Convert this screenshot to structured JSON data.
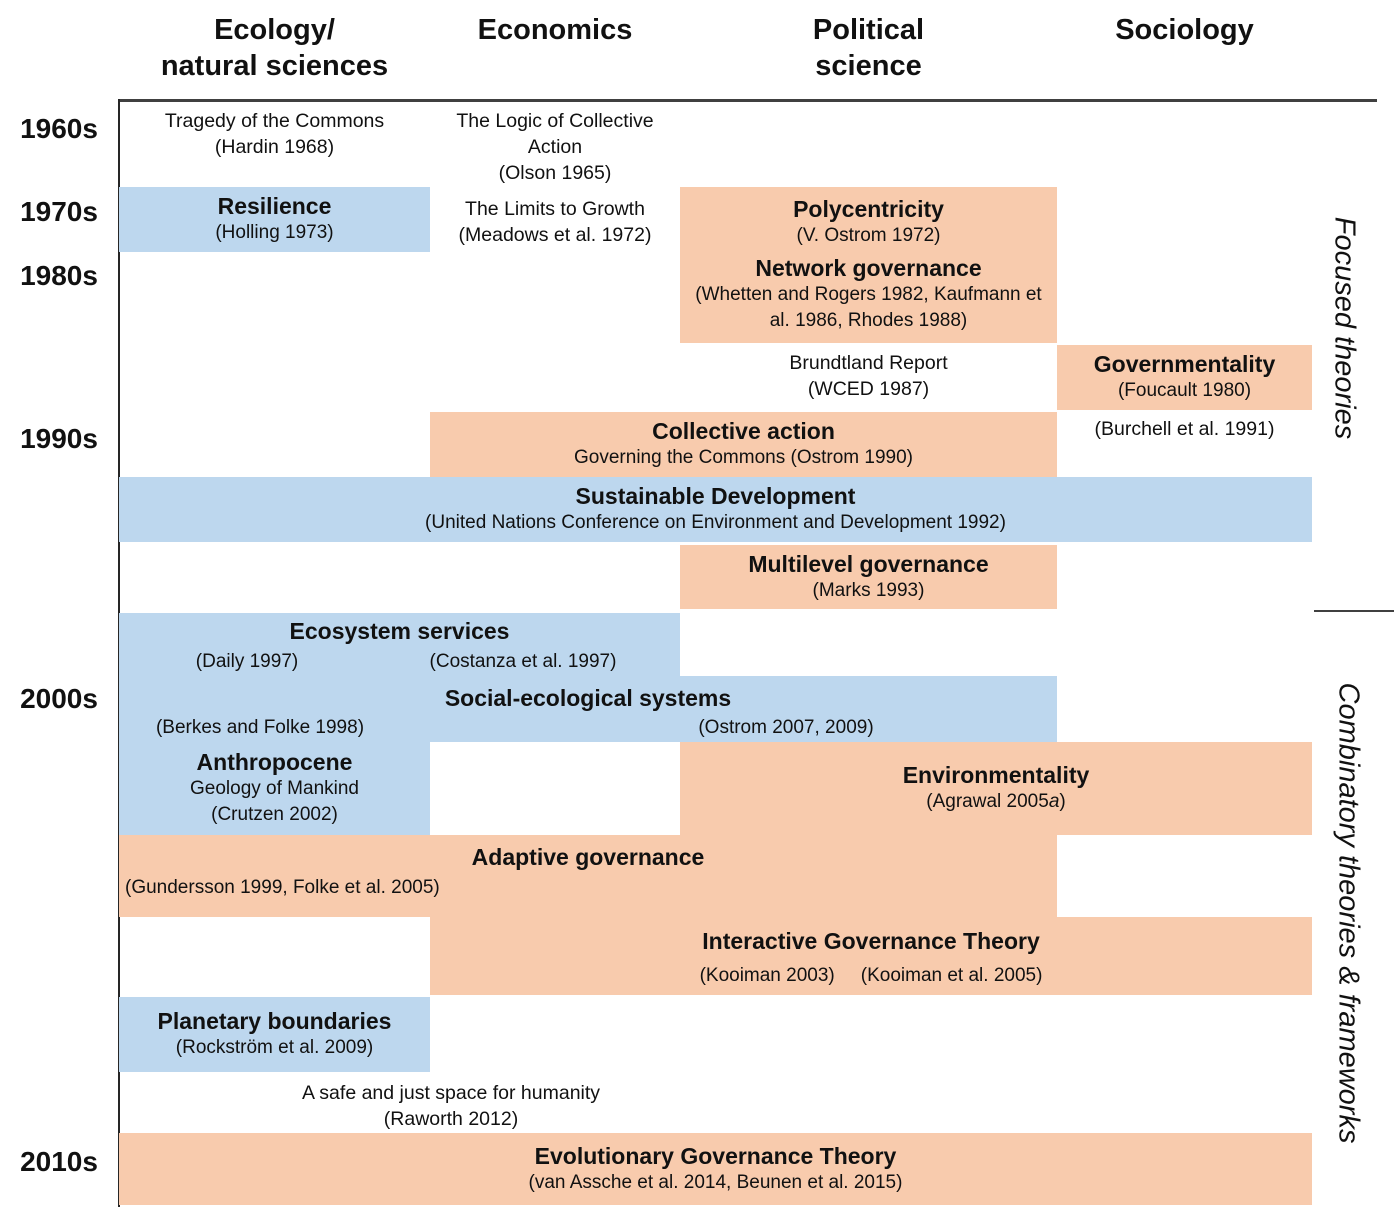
{
  "colors": {
    "blue": "#BDD7EE",
    "orange": "#F8CBAD",
    "border": "#404040",
    "text": "#111111"
  },
  "headers": [
    {
      "id": "ecology",
      "lines": [
        "Ecology/",
        "natural sciences"
      ]
    },
    {
      "id": "economics",
      "lines": [
        "Economics"
      ]
    },
    {
      "id": "political",
      "lines": [
        "Political",
        "science"
      ]
    },
    {
      "id": "sociology",
      "lines": [
        "Sociology"
      ]
    }
  ],
  "decades": [
    "1960s",
    "1970s",
    "1980s",
    "1990s",
    "2000s",
    "2010s"
  ],
  "side_labels": {
    "focused": "Focused theories",
    "combinatory": "Combinatory theories & frameworks"
  },
  "blocks": {
    "resilience": {
      "title": "Resilience",
      "citation": "(Holling 1973)",
      "color": "blue"
    },
    "polycentricity": {
      "title": "Polycentricity",
      "citation": "(V. Ostrom 1972)",
      "color": "orange"
    },
    "network_governance": {
      "title": "Network governance",
      "citation": "(Whetten and Rogers 1982, Kaufmann et al. 1986, Rhodes 1988)",
      "color": "orange"
    },
    "governmentality": {
      "title": "Governmentality",
      "citation": "(Foucault 1980)",
      "color": "orange"
    },
    "collective_action": {
      "title": "Collective action",
      "citation": "Governing the Commons (Ostrom 1990)",
      "color": "orange"
    },
    "sustainable_development": {
      "title": "Sustainable Development",
      "citation": "(United Nations Conference on Environment and Development 1992)",
      "color": "blue"
    },
    "multilevel_governance": {
      "title": "Multilevel governance",
      "citation": "(Marks 1993)",
      "color": "orange"
    },
    "ecosystem_services": {
      "title": "Ecosystem services",
      "citation_left": "(Daily 1997)",
      "citation_right": "(Costanza et al. 1997)",
      "color": "blue"
    },
    "social_ecological_systems": {
      "title": "Social-ecological systems",
      "citation_left": "(Berkes and Folke 1998)",
      "citation_right": "(Ostrom 2007, 2009)",
      "color": "blue"
    },
    "anthropocene": {
      "title": "Anthropocene",
      "subtitle": "Geology of Mankind",
      "citation": "(Crutzen 2002)",
      "color": "blue"
    },
    "environmentality": {
      "title": "Environmentality",
      "citation_pre": "(Agrawal 2005",
      "citation_italic": "a",
      "citation_post": ")",
      "color": "orange"
    },
    "adaptive_governance": {
      "title": "Adaptive governance",
      "citation": "(Gundersson 1999, Folke et al. 2005)",
      "color": "orange"
    },
    "interactive_governance": {
      "title": "Interactive Governance Theory",
      "citation_left": "(Kooiman 2003)",
      "citation_right": "(Kooiman et al. 2005)",
      "color": "orange"
    },
    "planetary_boundaries": {
      "title": "Planetary boundaries",
      "citation": "(Rockström et al. 2009)",
      "color": "blue"
    },
    "evolutionary_governance": {
      "title": "Evolutionary Governance Theory",
      "citation": "(van Assche et al. 2014, Beunen et al. 2015)",
      "color": "orange"
    }
  },
  "texts": {
    "tragedy": {
      "title": "Tragedy of the Commons",
      "citation": "(Hardin 1968)"
    },
    "logic_collective_action": {
      "title": "The Logic of Collective Action",
      "citation": "(Olson 1965)"
    },
    "limits_growth": {
      "title": "The Limits to Growth",
      "citation": "(Meadows et al. 1972)"
    },
    "brundtland": {
      "title": "Brundtland Report",
      "citation": "(WCED 1987)"
    },
    "burchell": {
      "citation": "(Burchell et al. 1991)"
    },
    "safe_just_space": {
      "title": "A safe and just space for humanity",
      "citation": "(Raworth 2012)"
    }
  }
}
